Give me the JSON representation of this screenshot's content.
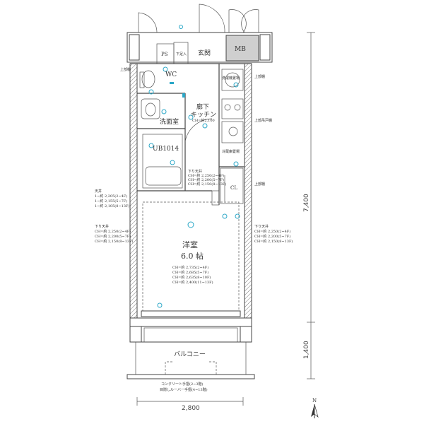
{
  "rooms": {
    "ps": "PS",
    "shoe_storage": "下足入",
    "entrance": "玄関",
    "mb": "MB",
    "wc": "WC",
    "washer_space": "洗濯機置場",
    "corridor_kitchen_1": "廊下",
    "corridor_kitchen_2": "キッチン",
    "corridor_ch": "CH=約2,100",
    "washroom": "洗面室",
    "bath": "UB1014",
    "fridge": "冷蔵庫置場",
    "closet": "CL",
    "western_room": "洋室",
    "western_size": "6.0 帖",
    "balcony": "バルコニー"
  },
  "room_ch": [
    "CH=約 2,735(2~4F)",
    "CH=約 2,685(5~7F)",
    "CH=約 2,635(8~10F)",
    "CH=約 2,400(11~13F)"
  ],
  "notes": {
    "upper_shelf_left": "上部棚",
    "upper_shelf_right": "上部棚",
    "upper_shelf_kitchen": "上部吊戸棚",
    "upper_shelf_cl": "上部棚",
    "ceiling_left_title": "天井",
    "ceiling_left": [
      "1~約 2,205(2~4F)",
      "1~約 2,155(5~7F)",
      "1~約 2,105(8~13F)"
    ],
    "drop_left_title": "下り天井",
    "drop_left": [
      "CH=約 2,250(2~4F)",
      "CH=約 2,200(5~7F)",
      "CH=約 2,150(8~13F)"
    ],
    "drop_right_title": "下り天井",
    "drop_right": [
      "CH=約 2,250(2~4F)",
      "CH=約 2,200(5~7F)",
      "CH=約 2,150(8~13F)"
    ],
    "corridor_drop": [
      "下り天井",
      "CH=約 2,250(2~4F)",
      "CH=約 2,200(5~7F)",
      "CH=約 2,150(8~13F)"
    ],
    "handrail_1": "コンクリート手摺(2~3階)",
    "handrail_2": "目隠しルーバー手摺(4~13階)"
  },
  "dimensions": {
    "height_main": "7,400",
    "height_balcony": "1,400",
    "width": "2,800"
  },
  "compass": "N",
  "colors": {
    "line": "#444444",
    "fixture": "#2aa7c7"
  }
}
